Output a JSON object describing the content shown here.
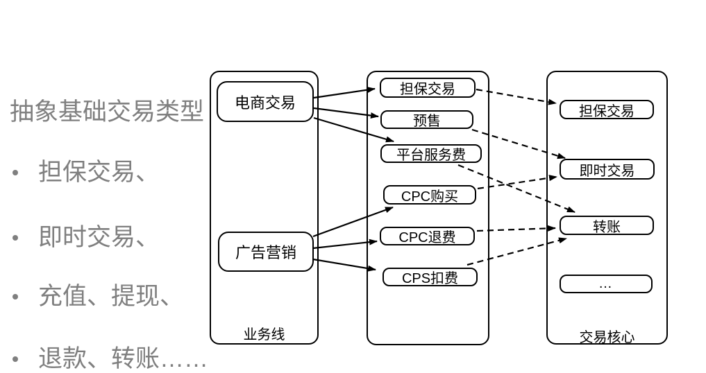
{
  "sidebar": {
    "title": "抽象基础交易类型",
    "bullets": [
      "担保交易、",
      "即时交易、",
      "充值、提现、",
      "退款、转账……"
    ]
  },
  "panels": {
    "business": {
      "label": "业务线",
      "nodes": [
        "电商交易",
        "广告营销"
      ]
    },
    "scenarios": {
      "nodes": [
        "担保交易",
        "预售",
        "平台服务费",
        "CPC购买",
        "CPC退费",
        "CPS扣费"
      ]
    },
    "core": {
      "label": "交易核心",
      "nodes": [
        "担保交易",
        "即时交易",
        "转账",
        "…"
      ]
    }
  },
  "edges": {
    "solid": [
      {
        "from": "电商交易",
        "to": "担保交易"
      },
      {
        "from": "电商交易",
        "to": "预售"
      },
      {
        "from": "电商交易",
        "to": "平台服务费"
      },
      {
        "from": "广告营销",
        "to": "CPC购买"
      },
      {
        "from": "广告营销",
        "to": "CPC退费"
      },
      {
        "from": "广告营销",
        "to": "CPS扣费"
      }
    ],
    "dashed": [
      {
        "from": "担保交易",
        "to": "担保交易"
      },
      {
        "from": "预售",
        "to": "即时交易"
      },
      {
        "from": "平台服务费",
        "to": "转账"
      },
      {
        "from": "CPC购买",
        "to": "即时交易"
      },
      {
        "from": "CPC退费",
        "to": "转账"
      },
      {
        "from": "CPS扣费",
        "to": "转账"
      }
    ]
  },
  "colors": {
    "background": "#ffffff",
    "stroke": "#000000",
    "sidebar_text": "#7f7f7f",
    "node_bg": "#ffffff"
  }
}
